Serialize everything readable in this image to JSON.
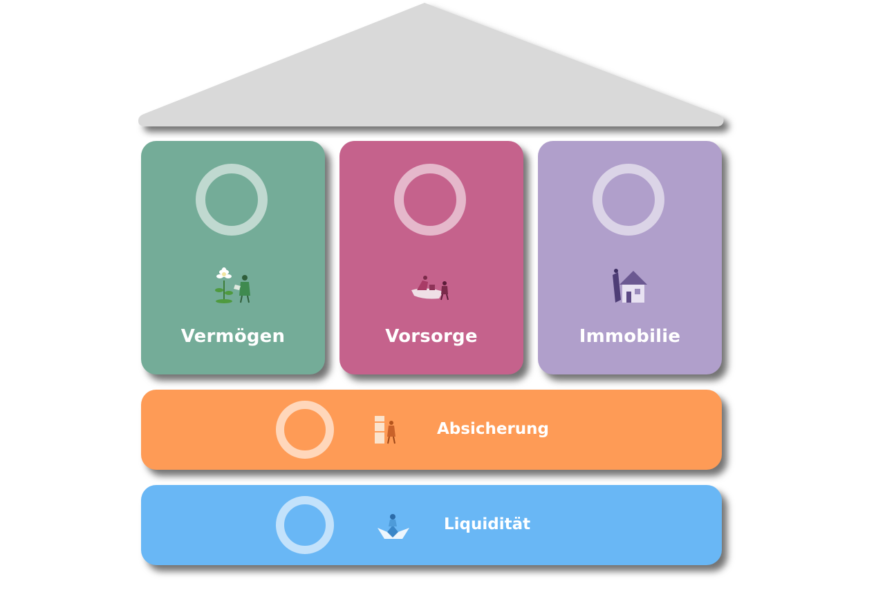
{
  "pillars": [
    {
      "label": "Vermögen",
      "color": "#74ac98",
      "icon": "plant-watering-icon"
    },
    {
      "label": "Vorsorge",
      "color": "#c5628c",
      "icon": "boat-people-icon"
    },
    {
      "label": "Immobilie",
      "color": "#b09fcb",
      "icon": "house-icon"
    }
  ],
  "bands": [
    {
      "label": "Absicherung",
      "color": "#fe9b56",
      "icon": "shield-person-icon"
    },
    {
      "label": "Liquidität",
      "color": "#69b7f5",
      "icon": "paper-boat-icon"
    }
  ],
  "roof": {
    "color": "#d9d9d9"
  }
}
